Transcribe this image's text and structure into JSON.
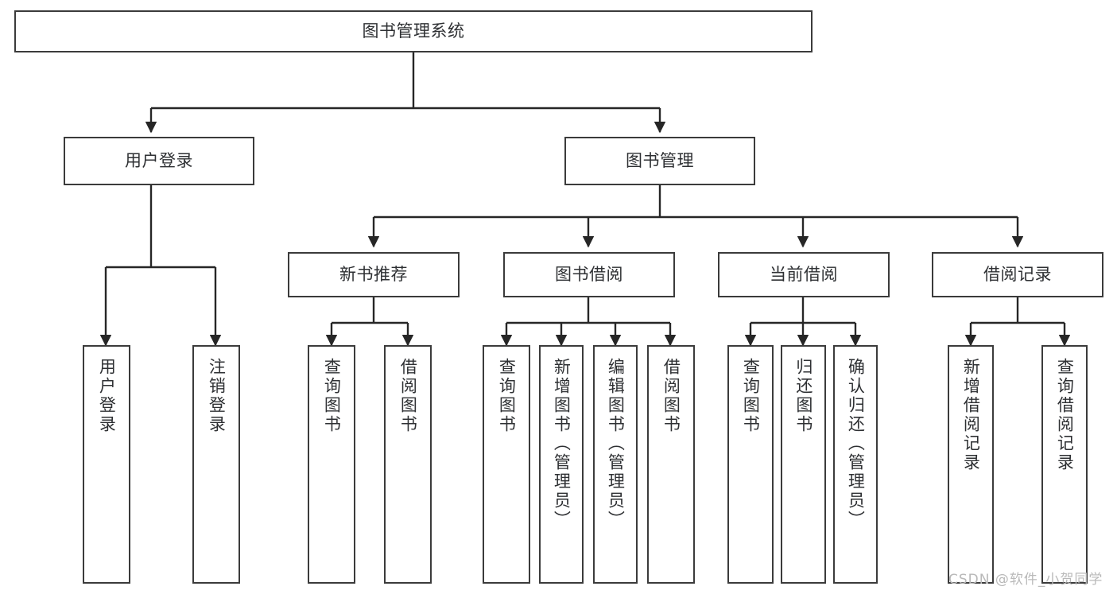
{
  "diagram": {
    "title_node": {
      "label": "图书管理系统"
    },
    "level2": [
      {
        "id": "user-login",
        "label": "用户登录"
      },
      {
        "id": "book-management",
        "label": "图书管理"
      }
    ],
    "level3": [
      {
        "id": "new-book-recommend",
        "label": "新书推荐"
      },
      {
        "id": "book-borrow",
        "label": "图书借阅"
      },
      {
        "id": "current-borrow",
        "label": "当前借阅"
      },
      {
        "id": "borrow-record",
        "label": "借阅记录"
      }
    ],
    "leaves": [
      {
        "id": "leaf-user-login",
        "label": "用户登录"
      },
      {
        "id": "leaf-logout-login",
        "label": "注销登录"
      },
      {
        "id": "leaf-query-books-1",
        "label": "查询图书"
      },
      {
        "id": "leaf-borrow-books-1",
        "label": "借阅图书"
      },
      {
        "id": "leaf-query-books-2",
        "label": "查询图书"
      },
      {
        "id": "leaf-add-book-admin",
        "label": "新增图书（管理员）"
      },
      {
        "id": "leaf-edit-book-admin",
        "label": "编辑图书（管理员）"
      },
      {
        "id": "leaf-borrow-books-2",
        "label": "借阅图书"
      },
      {
        "id": "leaf-query-books-3",
        "label": "查询图书"
      },
      {
        "id": "leaf-return-books",
        "label": "归还图书"
      },
      {
        "id": "leaf-confirm-return-admin",
        "label": "确认归还（管理员）"
      },
      {
        "id": "leaf-add-borrow-record",
        "label": "新增借阅记录"
      },
      {
        "id": "leaf-query-borrow-record",
        "label": "查询借阅记录"
      }
    ],
    "watermark": "CSDN @软件_小贺同学",
    "colors": {
      "border": "#3b3b3b",
      "text": "#2e3033",
      "background": "#ffffff",
      "edge": "#262626",
      "watermark": "#b9b9b9"
    }
  }
}
